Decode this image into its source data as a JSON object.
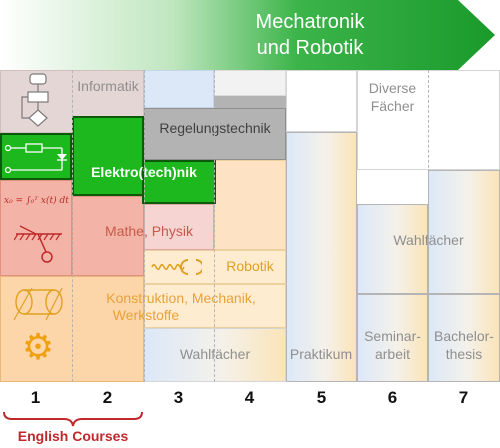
{
  "header": {
    "line1": "Mechatronik",
    "line2": "und Robotik"
  },
  "blocks": {
    "informatik": "Informatik",
    "regelungstechnik": "Regelungstechnik",
    "elektrotechnik": "Elektro(tech)nik",
    "mathe_physik": "Mathe, Physik",
    "robotik": "Robotik",
    "konstruktion_line1": "Konstruktion, Mechanik,",
    "konstruktion_line2": "Werkstoffe",
    "wahlfaecher_left": "Wahlfächer",
    "praktikum": "Praktikum",
    "diverse_line1": "Diverse",
    "diverse_line2": "Fächer",
    "wahlfaecher_right": "Wahlfächer",
    "seminar_line1": "Seminar-",
    "seminar_line2": "arbeit",
    "bachelor_line1": "Bachelor-",
    "bachelor_line2": "thesis"
  },
  "semesters": [
    "1",
    "2",
    "3",
    "4",
    "5",
    "6",
    "7"
  ],
  "footer": {
    "english_courses": "English Courses"
  },
  "icons": [
    "flowchart-icon",
    "circuit-icon",
    "integral-formula-icon",
    "pendulum-icon",
    "spring-icon",
    "cylinder-icon",
    "gear-icon"
  ],
  "formula": "x₀ = ∫₀ᵀ x(t) dt",
  "colors": {
    "header_green": "#27a737",
    "elektro_green": "#1db81d",
    "regelung_grey": "#b3b3b3",
    "informatik_bg": "#e4d6d4",
    "mathe_red": "#f3b4a7",
    "mathe_light": "#f6d4d2",
    "konstruktion_orange": "#fcd6a8",
    "english_courses_red": "#c0282b"
  }
}
